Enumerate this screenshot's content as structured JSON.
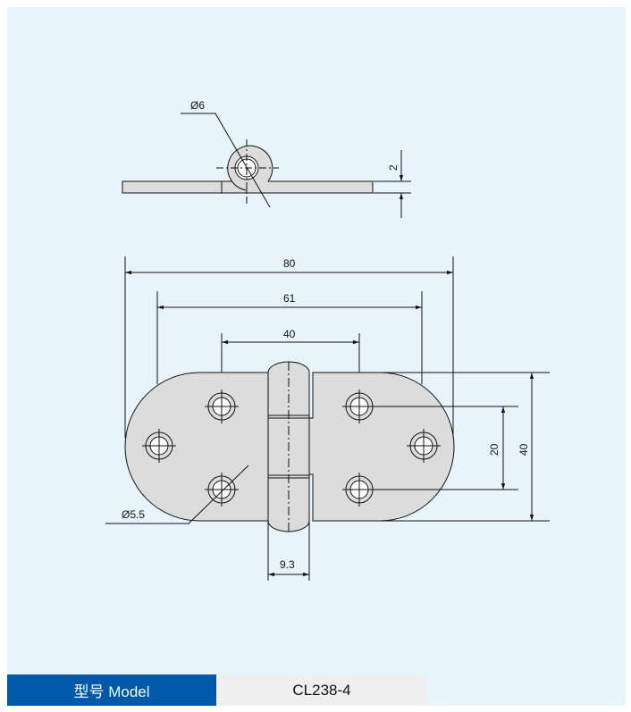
{
  "drawing": {
    "top_view": {
      "pin_diameter": "Ø6",
      "thickness": "2"
    },
    "front_view": {
      "overall_length": "80",
      "outer_hole_spacing": "61",
      "inner_hole_spacing": "40",
      "hole_vertical_spacing": "20",
      "height": "40",
      "hole_diameter": "Ø5.5",
      "knuckle_width": "9.3"
    }
  },
  "model": {
    "label": "型号 Model",
    "value": "CL238-4"
  },
  "colors": {
    "background": "#e8f4fc",
    "part_fill": "#dcdcdc",
    "label_bg": "#0058a8",
    "value_bg": "#efefef"
  }
}
